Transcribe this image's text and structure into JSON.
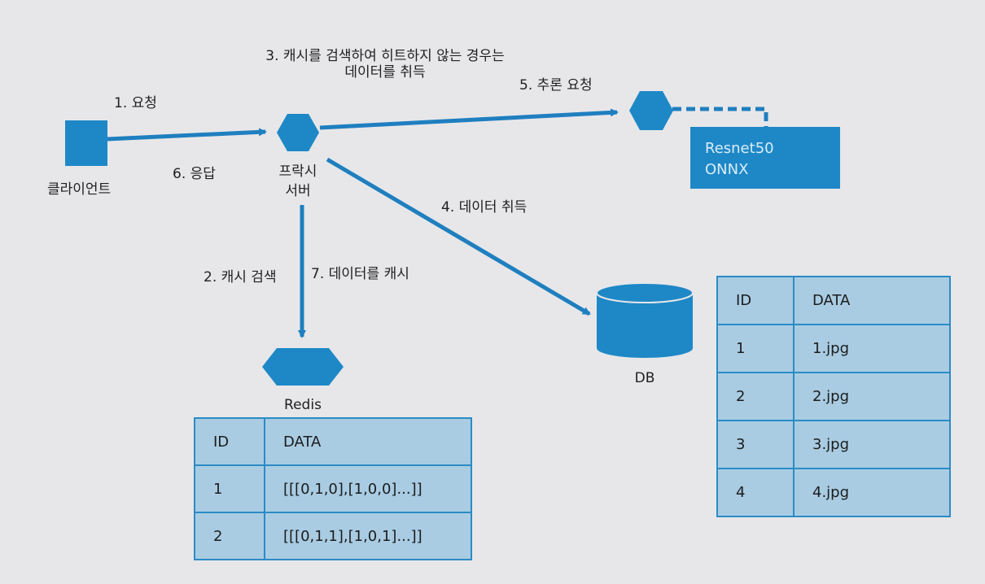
{
  "nodes": {
    "client": "클라이언트",
    "proxy_line1": "프락시",
    "proxy_line2": "서버",
    "redis": "Redis",
    "db": "DB",
    "model_line1": "Resnet50",
    "model_line2": "ONNX"
  },
  "steps": {
    "s1": "1. 요청",
    "s2": "2. 캐시 검색",
    "s3_line1": "3. 캐시를 검색하여 히트하지 않는 경우는",
    "s3_line2": "데이터를 취득",
    "s4": "4. 데이터 취득",
    "s5": "5. 추론 요청",
    "s6": "6. 응답",
    "s7": "7. 데이터를 캐시"
  },
  "redis_table": {
    "headers": [
      "ID",
      "DATA"
    ],
    "rows": [
      [
        "1",
        "[[[0,1,0],[1,0,0]...]]"
      ],
      [
        "2",
        "[[[0,1,1],[1,0,1]...]]"
      ]
    ]
  },
  "db_table": {
    "headers": [
      "ID",
      "DATA"
    ],
    "rows": [
      [
        "1",
        "1.jpg"
      ],
      [
        "2",
        "2.jpg"
      ],
      [
        "3",
        "3.jpg"
      ],
      [
        "4",
        "4.jpg"
      ]
    ]
  },
  "colors": {
    "node_blue": "#1e88c7",
    "arrow_blue": "#1f7fbf",
    "table_fill": "#a9cce3",
    "table_border": "#2c8bc5",
    "background": "#e7e7e9"
  }
}
